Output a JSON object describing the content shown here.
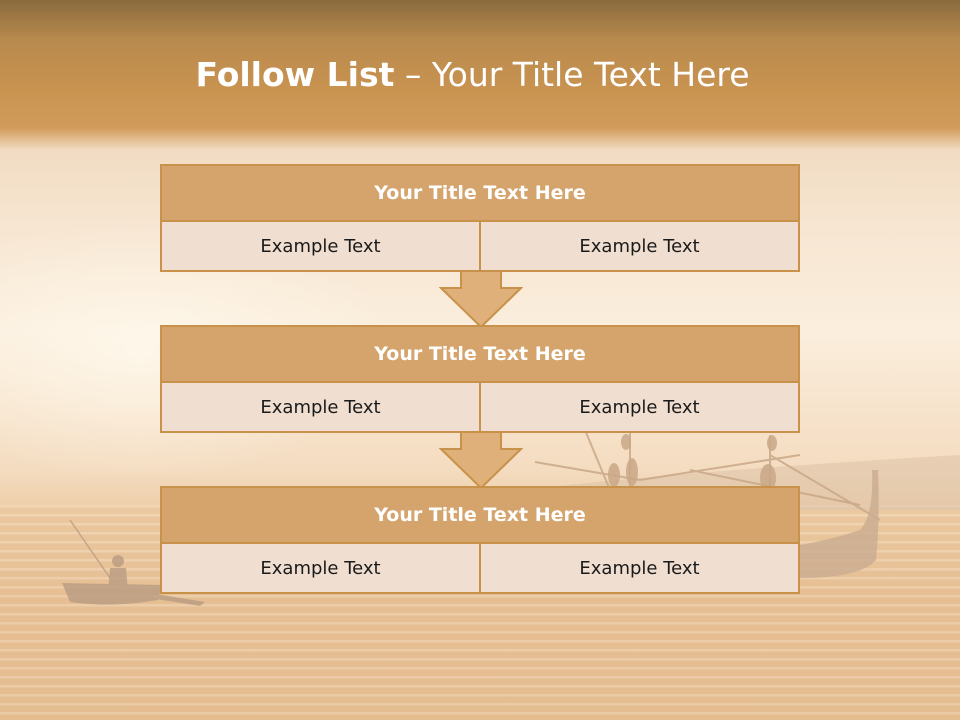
{
  "slide": {
    "title_bold": "Follow List",
    "title_rest": " – Your Title Text Here",
    "blocks": [
      {
        "title": "Your Title Text Here",
        "left": "Example Text",
        "right": "Example Text"
      },
      {
        "title": "Your Title Text Here",
        "left": "Example Text",
        "right": "Example Text"
      },
      {
        "title": "Your Title Text Here",
        "left": "Example Text",
        "right": "Example Text"
      }
    ]
  },
  "colors": {
    "header_fill": "#d5a46d",
    "cell_fill": "#f0dfd1",
    "border": "#c8924a",
    "arrow_fill": "#dfb07a"
  }
}
